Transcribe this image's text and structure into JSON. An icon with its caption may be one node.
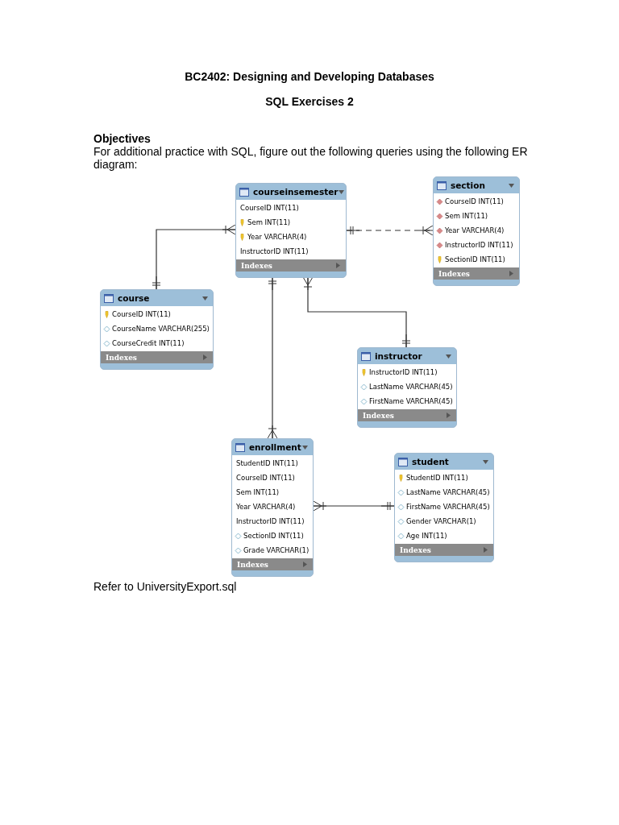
{
  "diagram": {
    "title": "BC2402: Designing and Developing Databases",
    "nodes": [
      {
        "text": [
          "courseinsemester",
          "CourseID INT(11)",
          "Sem INT(11)",
          "Year VARCHAR(4)",
          "InstructorID INT(11)",
          "Indexes"
        ]
      },
      {
        "text": [
          "section",
          "CourseID INT(11)",
          "Sem INT(11)",
          "Year VARCHAR(4)",
          "InstructorID INT(11)",
          "SectionID INT(11)",
          "Indexes"
        ]
      },
      {
        "text": [
          "course",
          "CourseID INT(11)",
          "CourseName VARCHAR(255)",
          "CourseCredit INT(11)",
          "Indexes"
        ]
      },
      {
        "text": [
          "instructor",
          "InstructorID INT(11)",
          "LastName VARCHAR(45)",
          "FirstName VARCHAR(45)",
          "Indexes"
        ]
      },
      {
        "text": [
          "enrollment",
          "StudentID INT(11)",
          "CourseID INT(11)",
          "Sem INT(11)",
          "Year VARCHAR(4)",
          "InstructorID INT(11)",
          "SectionID INT(11)",
          "Grade VARCHAR(1)",
          "Indexes"
        ]
      },
      {
        "text": [
          "student",
          "StudentID INT(11)",
          "LastName VARCHAR(45)",
          "FirstName VARCHAR(45)",
          "Gender VARCHAR(1)",
          "Age INT(11)",
          "Indexes"
        ]
      }
    ],
    "edges": [
      {
        "from": 2,
        "to": 0,
        "arrow": "other"
      },
      {
        "from": 0,
        "to": 1,
        "arrow": "other",
        "style": "dashed"
      },
      {
        "from": 0,
        "to": 4,
        "arrow": "other"
      },
      {
        "from": 3,
        "to": 0,
        "arrow": "other"
      },
      {
        "from": 5,
        "to": 4,
        "arrow": "other"
      }
    ],
    "labels": [
      "SQL Exercises 2",
      "Objectives",
      "For additional practice with SQL, figure out the following queries using the following ER diagram:",
      "Refer to UniversityExport.sql"
    ]
  }
}
